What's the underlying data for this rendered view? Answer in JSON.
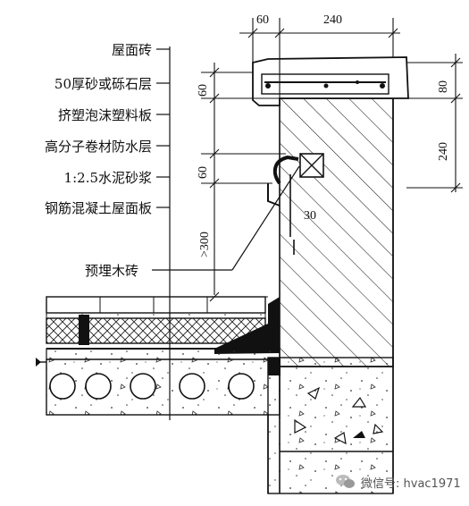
{
  "labels": {
    "tile": "屋面砖",
    "sand_gravel": "50厚砂或砾石层",
    "xps_board": "挤塑泡沫塑料板",
    "membrane": "高分子卷材防水层",
    "mortar": "1:2.5水泥砂浆",
    "slab": "钢筋混凝土屋面板",
    "wood_brick": "预埋木砖"
  },
  "dimensions": {
    "top_left": "60",
    "top_right": "240",
    "left_60_upper": "60",
    "left_60_lower": "60",
    "left_300": ">300",
    "right_80": "80",
    "right_240": "240",
    "angle_30": "30"
  },
  "watermark": {
    "text": "微信号: hvac1971",
    "icon": "wechat-icon"
  }
}
